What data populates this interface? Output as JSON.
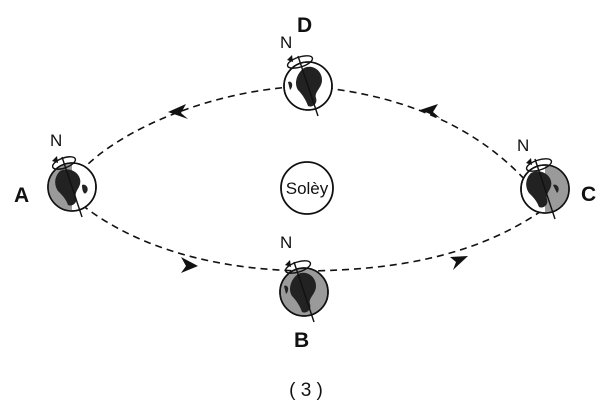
{
  "diagram": {
    "sun_label": "Solèy",
    "figure_number": "( 3 )",
    "north_label": "N",
    "positions": [
      {
        "id": "A",
        "label": "A"
      },
      {
        "id": "B",
        "label": "B"
      },
      {
        "id": "C",
        "label": "C"
      },
      {
        "id": "D",
        "label": "D"
      }
    ],
    "colors": {
      "ink": "#111111",
      "land": "#222222",
      "ocean_lit": "#ffffff",
      "ocean_shade": "#9a9a9a"
    }
  }
}
